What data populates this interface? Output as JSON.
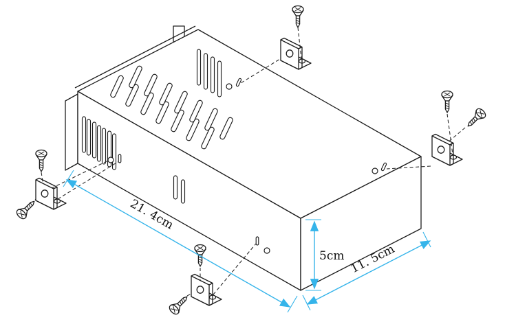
{
  "diagram": {
    "kind": "exploded-assembly-drawing",
    "dimension_labels": {
      "length": "21. 4cm",
      "height": "5cm",
      "depth": "11. 5cm"
    },
    "parts": {
      "enclosure": "vented metal enclosure",
      "bracket": "L-shaped mounting bracket",
      "screw": "countersunk cross-head screw",
      "bracket_count": 4,
      "screw_count": 7
    },
    "colors": {
      "outline": "#1c1c1c",
      "dimension_line": "#35b4ea",
      "background": "#ffffff"
    }
  }
}
